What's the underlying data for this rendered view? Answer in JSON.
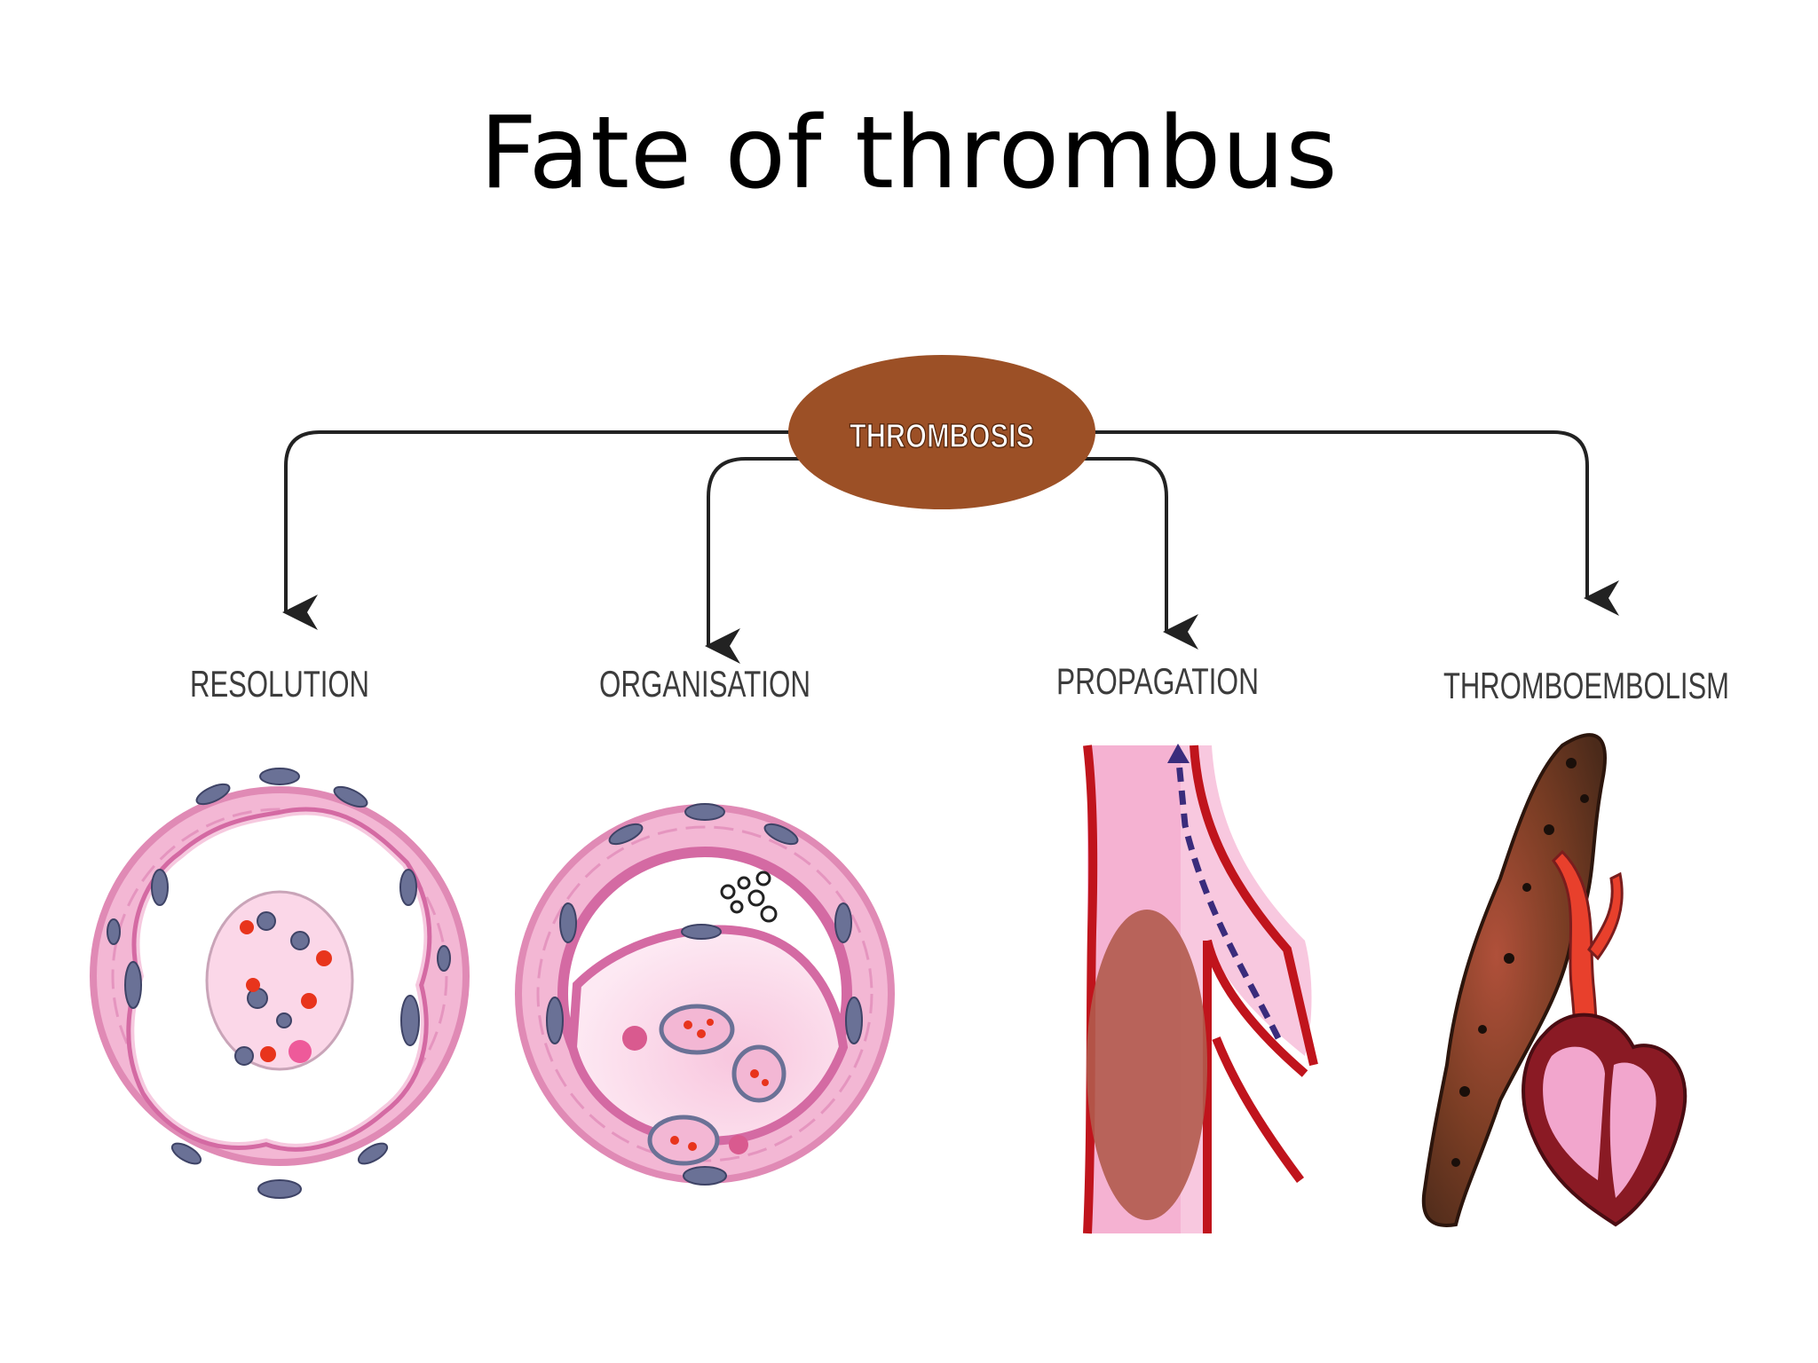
{
  "slide": {
    "title": "Fate of thrombus"
  },
  "diagram": {
    "root": "THROMBOSIS",
    "outcomes": [
      "RESOLUTION",
      "ORGANISATION",
      "PROPAGATION",
      "THROMBOEMBOLISM"
    ]
  },
  "colors": {
    "root_fill": "#9c5026",
    "vessel_pink": "#f0a9cc",
    "vessel_light": "#f9d5e6",
    "nucleus": "#6a7196",
    "red_cell": "#e8341c",
    "artery_red": "#c0141c",
    "lung_brown": "#6e3a22",
    "heart_dark": "#8a1a24"
  }
}
